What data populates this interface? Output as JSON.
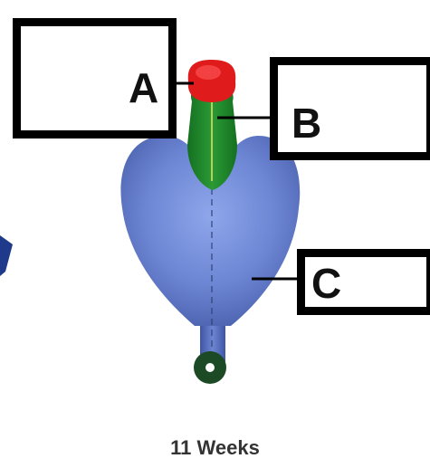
{
  "labels": {
    "a": "A",
    "b": "B",
    "c": "C"
  },
  "caption": "11 Weeks",
  "colors": {
    "region_a": "#e01b1b",
    "region_b": "#1e8a2a",
    "region_c": "#6d86d4",
    "tail_knob": "#1c4a24",
    "box_border": "#000000"
  }
}
